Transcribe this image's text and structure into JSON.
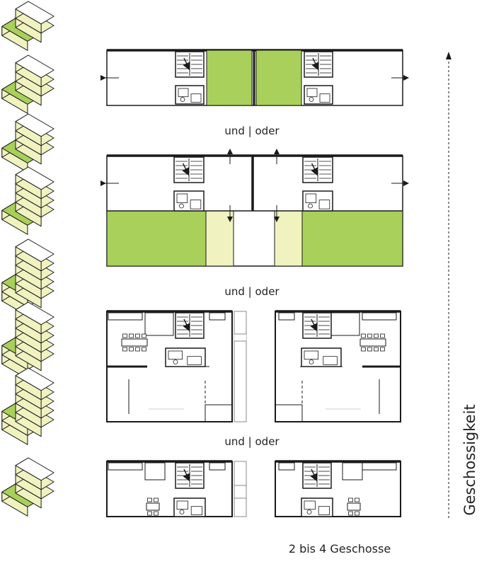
{
  "separators": [
    "und | oder",
    "und | oder",
    "und | oder"
  ],
  "axis_label": "Geschossigkeit",
  "caption": "2 bis 4 Geschosse",
  "colors": {
    "green": "#a8d05a",
    "light_yellow": "#f0f2c0",
    "line": "#1a1a1a",
    "grey_line": "#888888"
  },
  "icons": [
    "isometric-house-icon",
    "staircase-icon",
    "kitchen-icon",
    "dining-table-icon",
    "direction-arrow-icon"
  ]
}
